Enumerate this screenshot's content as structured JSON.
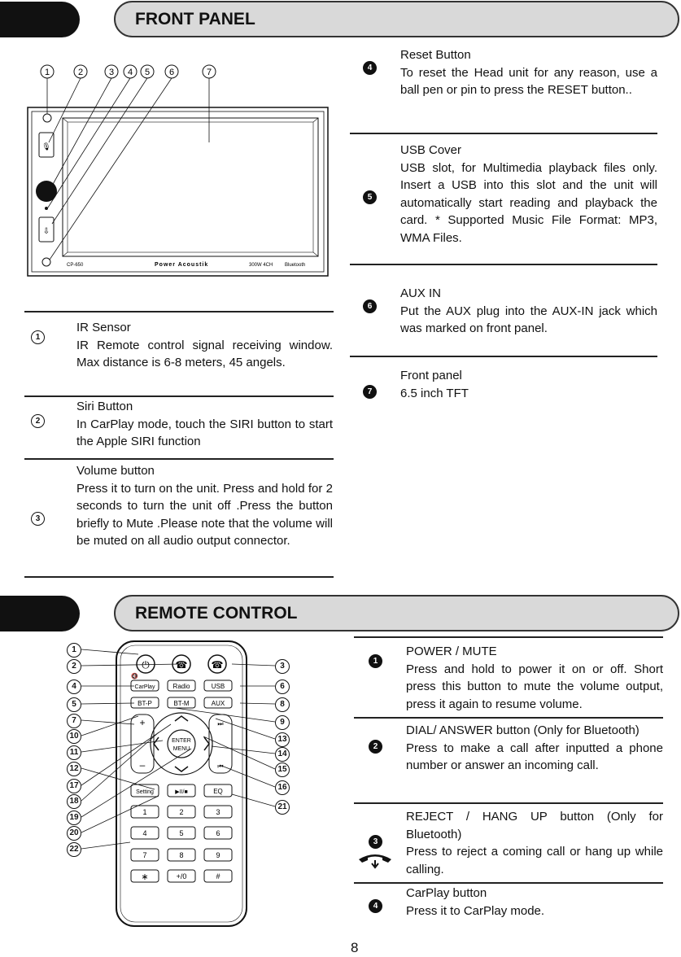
{
  "front_panel": {
    "title": "FRONT PANEL",
    "diagram_labels": [
      "1",
      "2",
      "3",
      "4",
      "5",
      "6",
      "7"
    ],
    "device_model": "CP-650",
    "device_brand": "Power Acoustik",
    "device_spec": "300W 4CH",
    "device_bt": "Bluetooth",
    "items": [
      {
        "num": "1",
        "title": "IR Sensor",
        "body": "IR Remote control signal receiving window. Max distance is 6-8 meters, 45 angels."
      },
      {
        "num": "2",
        "title": "Siri Button",
        "body": "In CarPlay mode, touch the SIRI button to start the Apple SIRI function"
      },
      {
        "num": "3",
        "title": "Volume button",
        "body": "Press it to turn on the unit. Press and hold for 2 seconds to turn the unit off .Press the button briefly to Mute .Please note that the volume will be muted on all audio output connector."
      },
      {
        "num": "4",
        "title": "Reset  Button",
        "body": "To reset the Head unit for any reason, use a ball pen or pin to press the RESET button.."
      },
      {
        "num": "5",
        "title": "USB  Cover",
        "body": "USB slot, for Multimedia playback files only. Insert a USB into this slot and the unit will automatically start reading and playback the card. * Supported Music File Format: MP3, WMA Files."
      },
      {
        "num": "6",
        "title": "AUX IN",
        "body": "Put the AUX plug into the AUX-IN jack which was marked on front panel."
      },
      {
        "num": "7",
        "title": "Front panel",
        "body": "6.5 inch TFT"
      }
    ]
  },
  "remote_control": {
    "title": "REMOTE CONTROL",
    "left_labels": [
      "1",
      "2",
      "4",
      "5",
      "7",
      "10",
      "11",
      "12",
      "17",
      "18",
      "19",
      "20",
      "22"
    ],
    "right_labels": [
      "3",
      "6",
      "8",
      "9",
      "13",
      "14",
      "15",
      "16",
      "21"
    ],
    "buttons": {
      "carplay": "CarPlay",
      "radio": "Radio",
      "usb": "USB",
      "btp": "BT-P",
      "btm": "BT-M",
      "aux": "AUX",
      "enter": "ENTER",
      "menu": "MENU",
      "setting": "Setting",
      "playpause": "▶II/■",
      "eq": "EQ",
      "n1": "1",
      "n2": "2",
      "n3": "3",
      "n4": "4",
      "n5": "5",
      "n6": "6",
      "n7": "7",
      "n8": "8",
      "n9": "9",
      "star": "∗",
      "plus0": "+/0",
      "hash": "#",
      "plus": "+",
      "minus": "–"
    },
    "items": [
      {
        "num": "1",
        "title": "POWER / MUTE",
        "body": "Press and hold to power it on or off. Short press this button to mute the volume output, press it again to resume volume."
      },
      {
        "num": "2",
        "title": "DIAL/ ANSWER button (Only for Bluetooth)",
        "body": "Press to make a call after inputted a phone number or answer an incoming call."
      },
      {
        "num": "3",
        "title": "REJECT / HANG UP button (Only for Bluetooth)",
        "body": "Press to reject a coming call or hang up while calling."
      },
      {
        "num": "4",
        "title": "CarPlay button",
        "body": "Press it to CarPlay mode."
      }
    ]
  },
  "page_number": "8"
}
